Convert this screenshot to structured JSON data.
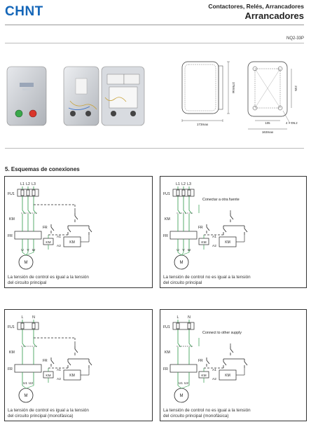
{
  "header": {
    "logo": "CHNT",
    "subtitle": "Contactores, Relés, Arrancadores",
    "title": "Arrancadores",
    "model": "NQ2-33P"
  },
  "dimensions": {
    "front_height": "176max",
    "front_width": "173max",
    "back_height": "215",
    "back_inner_width": "105",
    "back_width": "163max",
    "hole": "4 × Φ6.2"
  },
  "section": {
    "title": "5. Esquemas de conexiones"
  },
  "diagrams": [
    {
      "caption_line1": "La tensión de control es igual a la tensión",
      "caption_line2": "del circuito principal",
      "note": "",
      "phase_labels": [
        "L1",
        "L2",
        "L3"
      ],
      "fuse": "FU1",
      "contactor": "KM",
      "relay": "FR",
      "coil_a1": "A1",
      "coil_a2": "A2",
      "motor": "M",
      "out_labels": [
        "U",
        "V",
        "W"
      ]
    },
    {
      "caption_line1": "La tensión de control no es igual a la tensión",
      "caption_line2": "del circuito principal",
      "note": "Conectar a otra fuente",
      "phase_labels": [
        "L1",
        "L2",
        "L3"
      ],
      "fuse": "FU1",
      "contactor": "KM",
      "relay": "FR",
      "coil_a1": "A1",
      "coil_a2": "A2",
      "motor": "M",
      "out_labels": [
        "U",
        "V",
        "W"
      ]
    },
    {
      "caption_line1": "La tensión de control es igual a la tensión",
      "caption_line2": "del circuito principal (monofásica)",
      "note": "",
      "phase_labels": [
        "L",
        "N"
      ],
      "fuse": "FU1",
      "contactor": "KM",
      "relay": "FR",
      "coil_a1": "A1",
      "coil_a2": "A2",
      "motor": "M",
      "out_labels": [
        "U1",
        "U2"
      ]
    },
    {
      "caption_line1": "La tensión de control no es igual a la tensión",
      "caption_line2": "del circuito principal (monofásica)",
      "note": "Connect to other supply",
      "phase_labels": [
        "L",
        "N"
      ],
      "fuse": "FU1",
      "contactor": "KM",
      "relay": "FR",
      "coil_a1": "A1",
      "coil_a2": "A2",
      "motor": "M",
      "out_labels": [
        "U1",
        "U2"
      ]
    }
  ],
  "colors": {
    "brand": "#1466b8",
    "wire_green": "#2e9a4a",
    "wire_dark": "#222222"
  }
}
